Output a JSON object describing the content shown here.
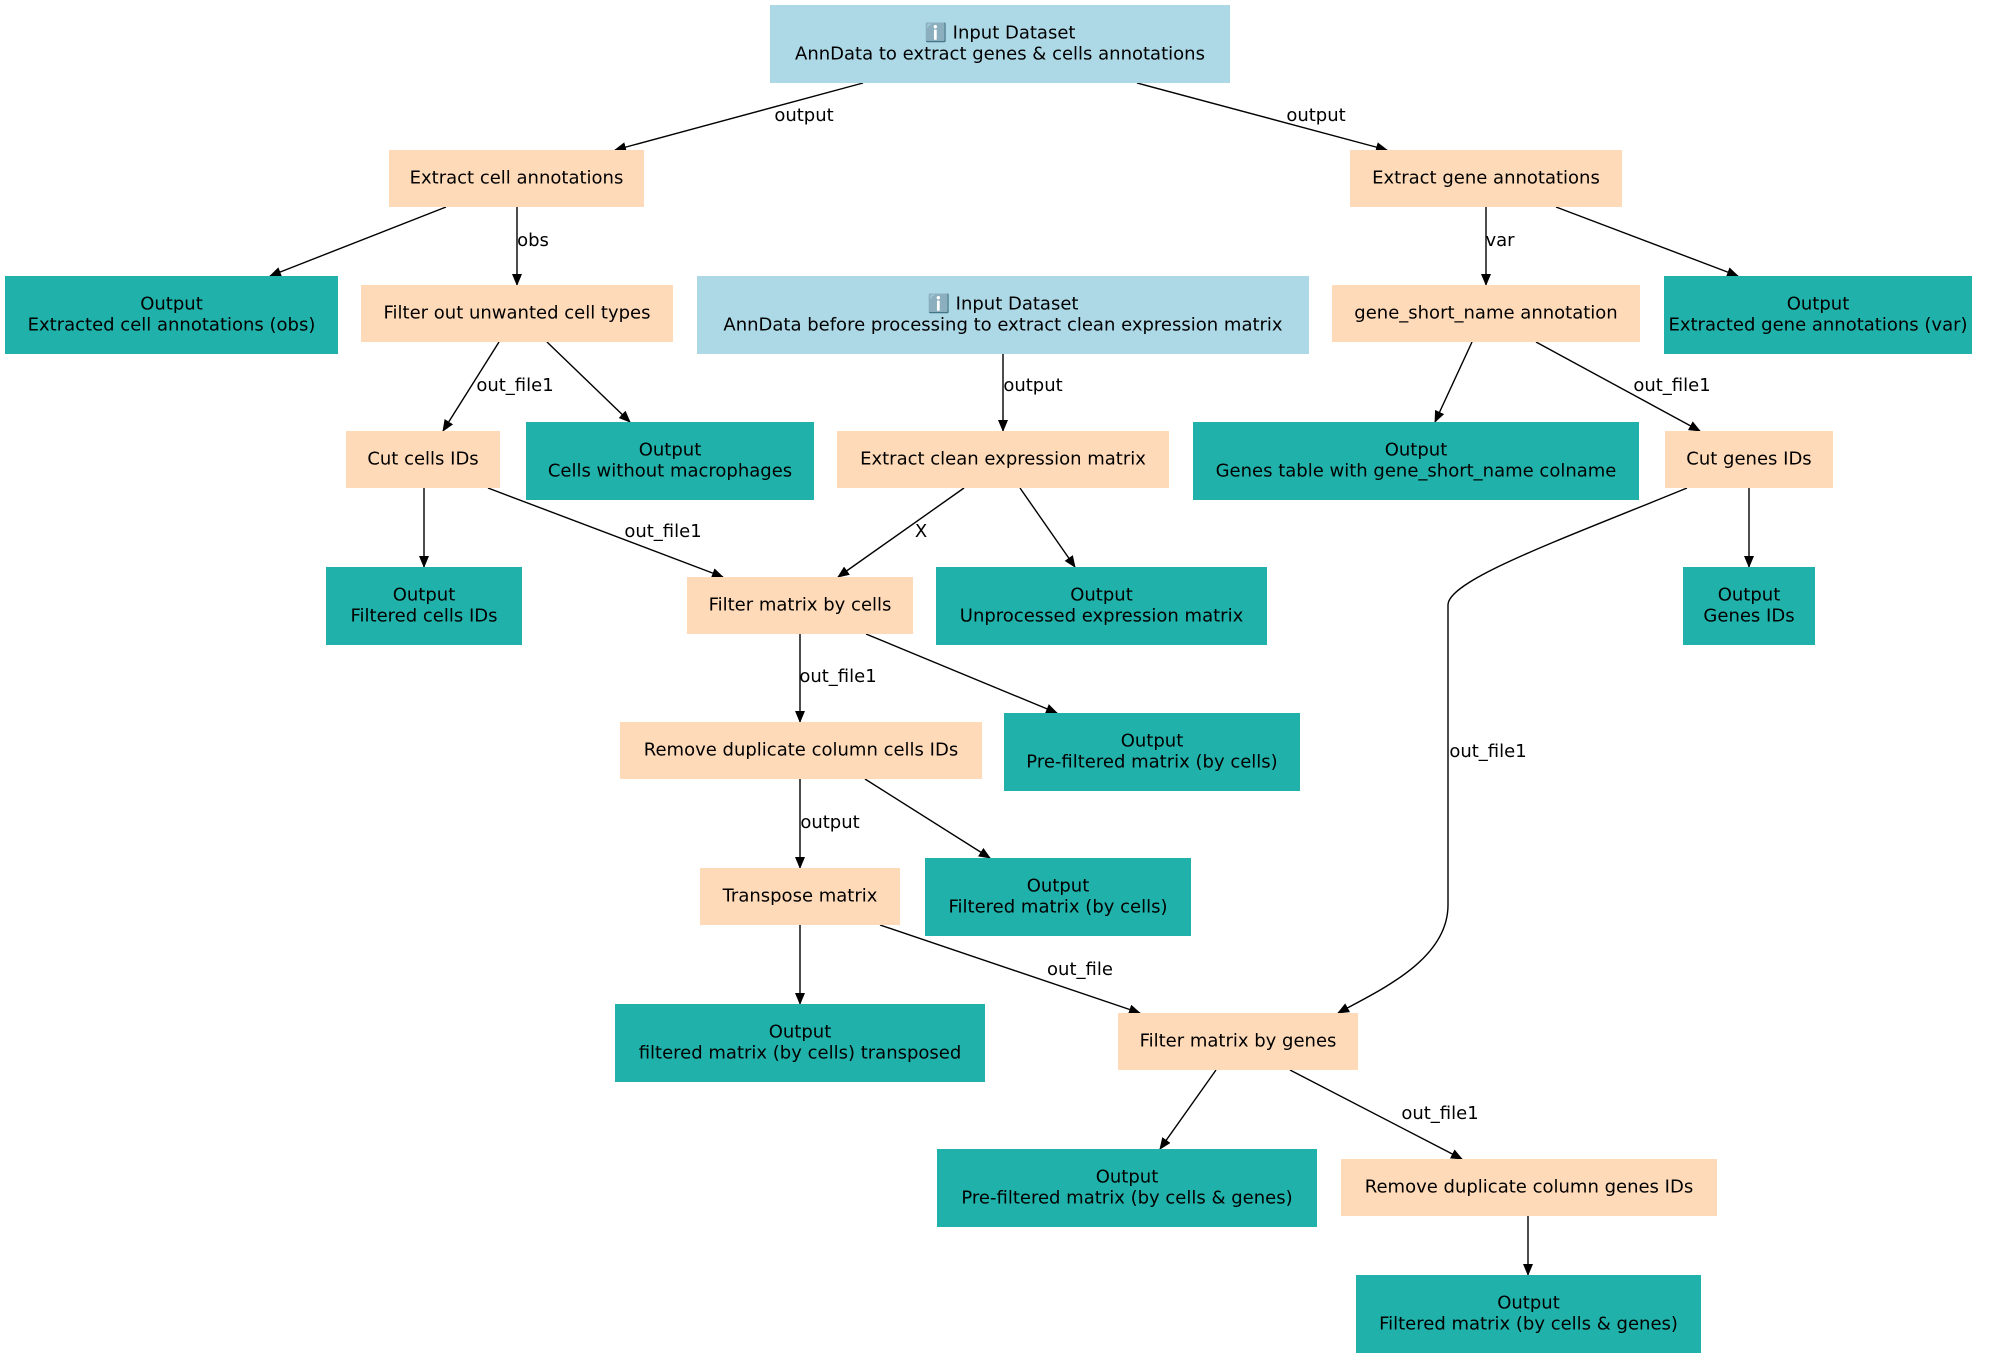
{
  "colors": {
    "input": "#add8e6",
    "tool": "#ffdab9",
    "output": "#20b2aa",
    "edge": "#000000"
  },
  "nodes": [
    {
      "id": "n0",
      "kind": "input",
      "icon": "info-icon",
      "lines": [
        "ℹ️ Input Dataset",
        "AnnData to extract genes & cells annotations"
      ]
    },
    {
      "id": "n1",
      "kind": "tool",
      "lines": [
        "Extract cell annotations"
      ]
    },
    {
      "id": "n2",
      "kind": "tool",
      "lines": [
        "Extract gene annotations"
      ]
    },
    {
      "id": "o1",
      "kind": "output",
      "lines": [
        "Output",
        "Extracted cell annotations (obs)"
      ]
    },
    {
      "id": "n3",
      "kind": "tool",
      "lines": [
        "Filter out unwanted cell types"
      ]
    },
    {
      "id": "n4",
      "kind": "input",
      "icon": "info-icon",
      "lines": [
        "ℹ️ Input Dataset",
        "AnnData before processing to extract clean expression matrix"
      ]
    },
    {
      "id": "n5",
      "kind": "tool",
      "lines": [
        "gene_short_name annotation"
      ]
    },
    {
      "id": "o2",
      "kind": "output",
      "lines": [
        "Output",
        "Extracted gene annotations (var)"
      ]
    },
    {
      "id": "n6",
      "kind": "tool",
      "lines": [
        "Cut cells IDs"
      ]
    },
    {
      "id": "o3",
      "kind": "output",
      "lines": [
        "Output",
        "Cells without macrophages"
      ]
    },
    {
      "id": "n7",
      "kind": "tool",
      "lines": [
        "Extract clean expression matrix"
      ]
    },
    {
      "id": "o4",
      "kind": "output",
      "lines": [
        "Output",
        "Genes table with gene_short_name colname"
      ]
    },
    {
      "id": "n8",
      "kind": "tool",
      "lines": [
        "Cut genes IDs"
      ]
    },
    {
      "id": "o5",
      "kind": "output",
      "lines": [
        "Output",
        "Filtered cells IDs"
      ]
    },
    {
      "id": "n9",
      "kind": "tool",
      "lines": [
        "Filter matrix by cells"
      ]
    },
    {
      "id": "o6",
      "kind": "output",
      "lines": [
        "Output",
        "Unprocessed expression matrix"
      ]
    },
    {
      "id": "o7",
      "kind": "output",
      "lines": [
        "Output",
        "Genes IDs"
      ]
    },
    {
      "id": "n10",
      "kind": "tool",
      "lines": [
        "Remove duplicate column cells IDs"
      ]
    },
    {
      "id": "o8",
      "kind": "output",
      "lines": [
        "Output",
        "Pre-filtered matrix (by cells)"
      ]
    },
    {
      "id": "n11",
      "kind": "tool",
      "lines": [
        "Transpose matrix"
      ]
    },
    {
      "id": "o9",
      "kind": "output",
      "lines": [
        "Output",
        "Filtered matrix (by cells)"
      ]
    },
    {
      "id": "o10",
      "kind": "output",
      "lines": [
        "Output",
        "filtered matrix (by cells) transposed"
      ]
    },
    {
      "id": "n12",
      "kind": "tool",
      "lines": [
        "Filter matrix by genes"
      ]
    },
    {
      "id": "o11",
      "kind": "output",
      "lines": [
        "Output",
        "Pre-filtered matrix (by cells & genes)"
      ]
    },
    {
      "id": "n13",
      "kind": "tool",
      "lines": [
        "Remove duplicate column genes IDs"
      ]
    },
    {
      "id": "o12",
      "kind": "output",
      "lines": [
        "Output",
        "Filtered matrix (by cells & genes)"
      ]
    }
  ],
  "edges": [
    {
      "from": "n0",
      "to": "n1",
      "label": "output"
    },
    {
      "from": "n0",
      "to": "n2",
      "label": "output"
    },
    {
      "from": "n1",
      "to": "o1",
      "label": ""
    },
    {
      "from": "n1",
      "to": "n3",
      "label": "obs"
    },
    {
      "from": "n2",
      "to": "n5",
      "label": "var"
    },
    {
      "from": "n2",
      "to": "o2",
      "label": ""
    },
    {
      "from": "n3",
      "to": "n6",
      "label": "out_file1"
    },
    {
      "from": "n3",
      "to": "o3",
      "label": ""
    },
    {
      "from": "n4",
      "to": "n7",
      "label": "output"
    },
    {
      "from": "n5",
      "to": "o4",
      "label": ""
    },
    {
      "from": "n5",
      "to": "n8",
      "label": "out_file1"
    },
    {
      "from": "n6",
      "to": "o5",
      "label": ""
    },
    {
      "from": "n6",
      "to": "n9",
      "label": "out_file1"
    },
    {
      "from": "n7",
      "to": "n9",
      "label": "X"
    },
    {
      "from": "n7",
      "to": "o6",
      "label": ""
    },
    {
      "from": "n8",
      "to": "o7",
      "label": ""
    },
    {
      "from": "n8",
      "to": "n12",
      "label": "out_file1"
    },
    {
      "from": "n9",
      "to": "n10",
      "label": "out_file1"
    },
    {
      "from": "n9",
      "to": "o8",
      "label": ""
    },
    {
      "from": "n10",
      "to": "n11",
      "label": "output"
    },
    {
      "from": "n10",
      "to": "o9",
      "label": ""
    },
    {
      "from": "n11",
      "to": "o10",
      "label": ""
    },
    {
      "from": "n11",
      "to": "n12",
      "label": "out_file"
    },
    {
      "from": "n12",
      "to": "o11",
      "label": ""
    },
    {
      "from": "n12",
      "to": "n13",
      "label": "out_file1"
    },
    {
      "from": "n13",
      "to": "o12",
      "label": ""
    }
  ]
}
